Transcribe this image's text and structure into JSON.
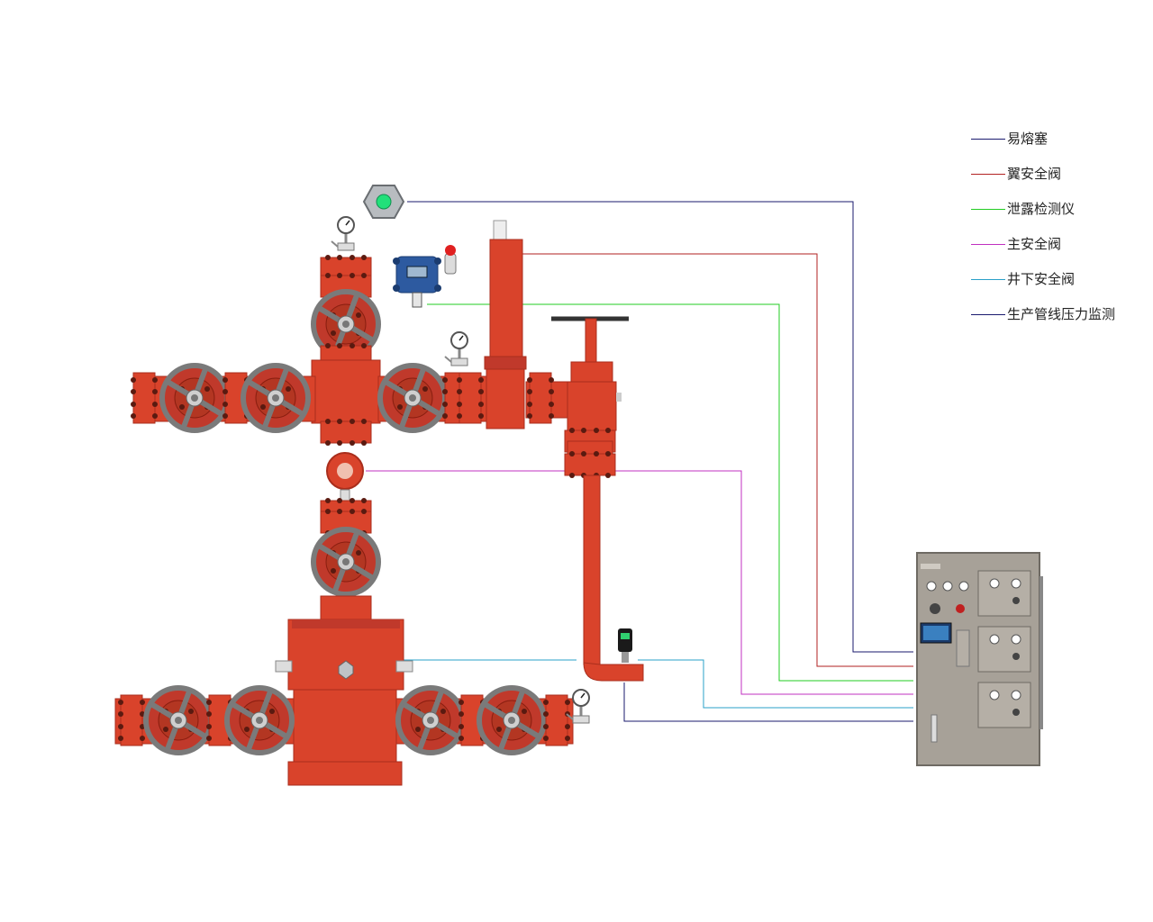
{
  "legend": [
    {
      "label": "易熔塞",
      "color": "#1a1a6e"
    },
    {
      "label": "翼安全阀",
      "color": "#b22222"
    },
    {
      "label": "泄露检测仪",
      "color": "#22cc22"
    },
    {
      "label": "主安全阀",
      "color": "#c030c0"
    },
    {
      "label": "井下安全阀",
      "color": "#2aa0c8"
    },
    {
      "label": "生产管线压力监测",
      "color": "#1a1a6e"
    }
  ],
  "colors": {
    "valve_red": "#d9432b",
    "valve_dark": "#a92e1c",
    "handwheel": "#8a8a8a",
    "cabinet": "#a7a198",
    "detector_blue": "#2d5aa0"
  }
}
